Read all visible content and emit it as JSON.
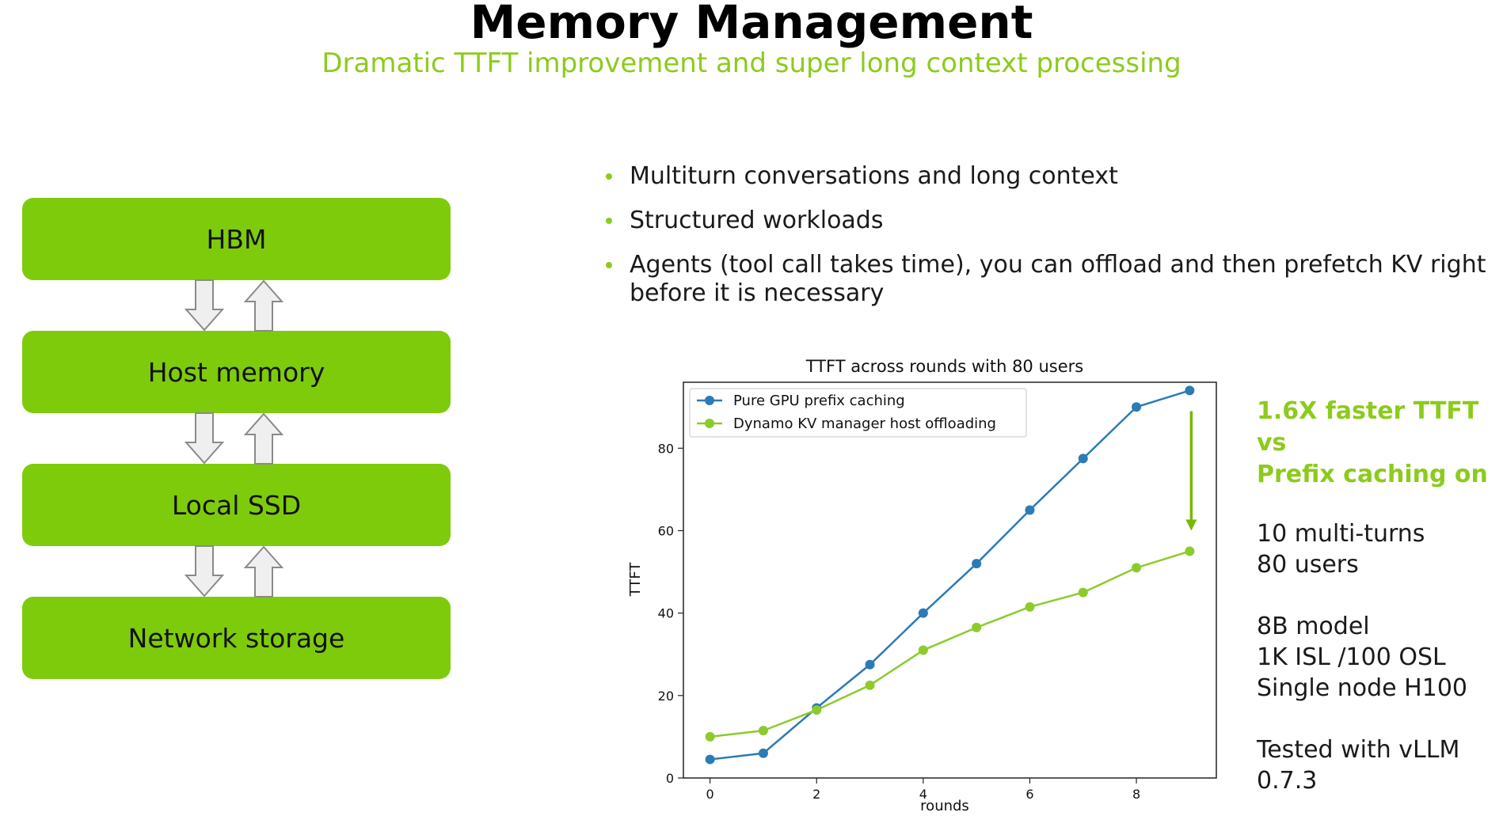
{
  "header": {
    "title": "Memory Management",
    "subtitle": "Dramatic TTFT improvement and super long context processing"
  },
  "hierarchy": {
    "boxes": [
      "HBM",
      "Host memory",
      "Local SSD",
      "Network storage"
    ],
    "arrow_icon": "up-down-arrows-icon",
    "color": "#7ecb0b"
  },
  "bullets": [
    "Multiturn conversations and long context",
    "Structured workloads",
    "Agents (tool call takes time), you can offload and then prefetch KV right before it is necessary"
  ],
  "chart_data": {
    "type": "line",
    "title": "TTFT across rounds with 80 users",
    "xlabel": "rounds",
    "ylabel": "TTFT",
    "x": [
      0,
      1,
      2,
      3,
      4,
      5,
      6,
      7,
      8,
      9
    ],
    "xlim": [
      -0.5,
      9.5
    ],
    "ylim": [
      0,
      96
    ],
    "xticks": [
      0,
      2,
      4,
      6,
      8
    ],
    "yticks": [
      0,
      20,
      40,
      60,
      80
    ],
    "grid": false,
    "legend_position": "top-left",
    "series": [
      {
        "name": "Pure GPU prefix caching",
        "color": "#2b7bb6",
        "values": [
          4.5,
          6,
          17,
          27.5,
          40,
          52,
          65,
          77.5,
          90,
          94
        ]
      },
      {
        "name": "Dynamo KV manager host offloading",
        "color": "#8ccb2c",
        "values": [
          10,
          11.5,
          16.5,
          22.5,
          31,
          36.5,
          41.5,
          45,
          51,
          55
        ]
      }
    ],
    "annotation": {
      "type": "arrow",
      "x": 9,
      "from": 89,
      "to": 60,
      "color": "#76b900"
    }
  },
  "side_panel": {
    "highlight": [
      "1.6X faster TTFT vs",
      "Prefix caching on"
    ],
    "groups": [
      [
        "10 multi-turns",
        "80 users"
      ],
      [
        "8B model",
        "1K ISL /100 OSL",
        "Single node H100"
      ],
      [
        "Tested with vLLM",
        "0.7.3"
      ]
    ]
  }
}
